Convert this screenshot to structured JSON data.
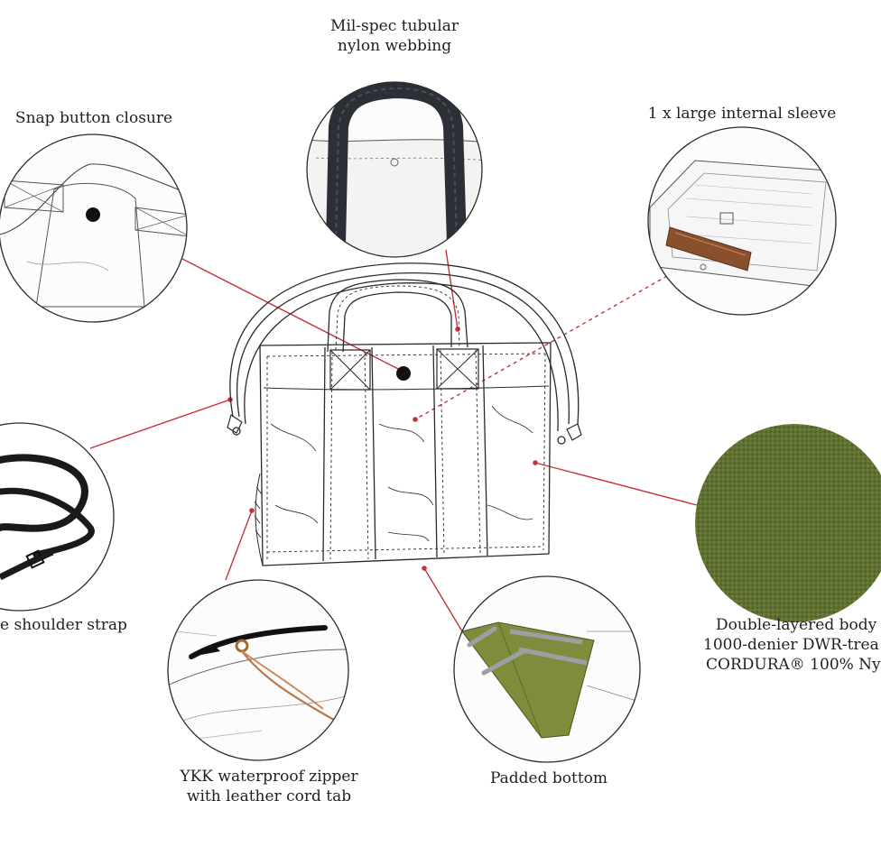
{
  "callouts": {
    "webbing": {
      "line1": "Mil-spec tubular",
      "line2": "nylon webbing"
    },
    "snap": {
      "line1": "Snap button closure"
    },
    "sleeve": {
      "line1": "1 x large internal sleeve"
    },
    "strap": {
      "line1": "e shoulder strap"
    },
    "body": {
      "line1": "Double-layered body",
      "line2": "1000-denier DWR-trea",
      "line3": "CORDURA® 100% Ny"
    },
    "zipper": {
      "line1": "YKK waterproof zipper",
      "line2": "with leather cord tab"
    },
    "bottom": {
      "line1": "Padded bottom"
    }
  },
  "colors": {
    "leader": "#c8323a",
    "outline": "#2a2a2a",
    "webbing_dark": "#2c3036",
    "leather": "#8a4f2c",
    "cordura_green": "#5f7131",
    "padded_green": "#7e8c3c"
  }
}
